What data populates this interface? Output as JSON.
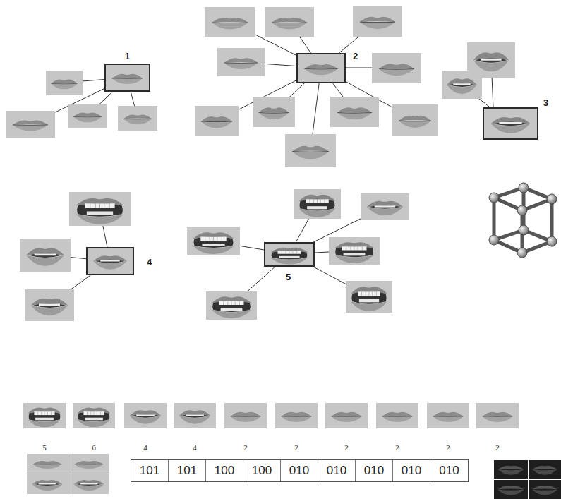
{
  "diagram": {
    "nodes": [
      {
        "text": [
          "1"
        ]
      },
      {
        "text": [
          "2"
        ]
      },
      {
        "text": [
          "3"
        ]
      },
      {
        "text": [
          "4"
        ]
      },
      {
        "text": [
          "5"
        ]
      }
    ],
    "labels": [
      "5",
      "6",
      "4",
      "4",
      "2",
      "2",
      "2",
      "2",
      "2",
      "2",
      "101",
      "101",
      "100",
      "100",
      "010",
      "010",
      "010",
      "010",
      "010"
    ]
  }
}
